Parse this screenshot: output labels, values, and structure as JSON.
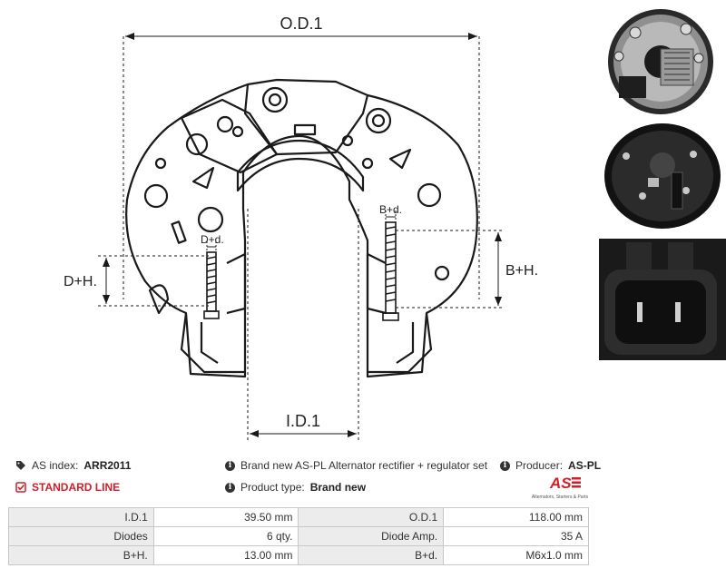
{
  "dimensions": {
    "od": "O.D.1",
    "id": "I.D.1",
    "dh": "D+H.",
    "bh": "B+H.",
    "dd": "D+d.",
    "bd": "B+d."
  },
  "info": {
    "as_index_label": "AS index:",
    "as_index_value": "ARR2011",
    "standard_line": "STANDARD LINE",
    "description": "Brand new AS-PL Alternator rectifier + regulator set",
    "product_type_label": "Product type:",
    "product_type_value": "Brand new",
    "producer_label": "Producer:",
    "producer_value": "AS-PL"
  },
  "logo": {
    "mark": "AS",
    "tagline": "Alternators, Starters & Parts",
    "color": "#d01e2a"
  },
  "specs": [
    {
      "k1": "I.D.1",
      "v1": "39.50 mm",
      "k2": "O.D.1",
      "v2": "118.00 mm"
    },
    {
      "k1": "Diodes",
      "v1": "6 qty.",
      "k2": "Diode Amp.",
      "v2": "35 A"
    },
    {
      "k1": "B+H.",
      "v1": "13.00 mm",
      "k2": "B+d.",
      "v2": "M6x1.0 mm"
    }
  ],
  "icons": {
    "as_index": "tags-icon",
    "standard_line": "check-square-icon",
    "info": "info-circle-icon"
  }
}
